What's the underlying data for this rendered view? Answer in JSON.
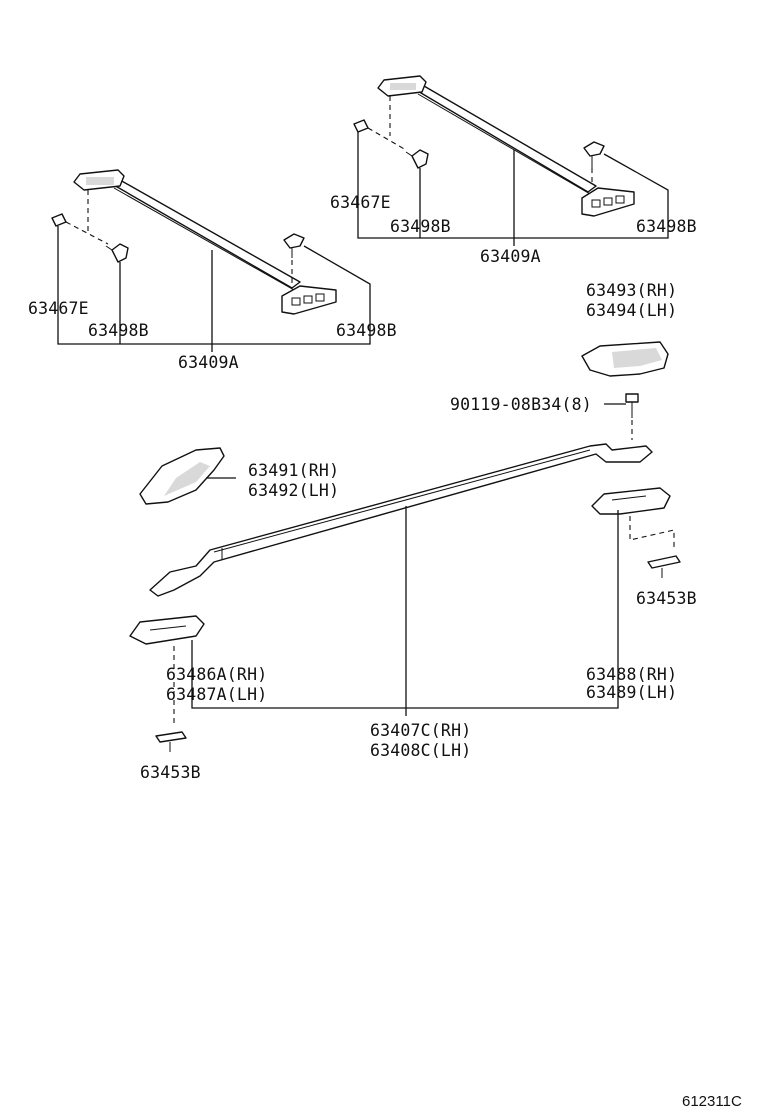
{
  "labels": {
    "l_63467e_a": "63467E",
    "l_63498b_a1": "63498B",
    "l_63498b_a2": "63498B",
    "l_63409a_a": "63409A",
    "l_63467e_b": "63467E",
    "l_63498b_b1": "63498B",
    "l_63498b_b2": "63498B",
    "l_63409a_b": "63409A",
    "l_63493": "63493(RH)",
    "l_63494": "63494(LH)",
    "l_90119": "90119-08B34(8)",
    "l_63491": "63491(RH)",
    "l_63492": "63492(LH)",
    "l_63453b_r": "63453B",
    "l_63486a": "63486A(RH)",
    "l_63487a": "63487A(LH)",
    "l_63488": "63488(RH)",
    "l_63489": "63489(LH)",
    "l_63407c": "63407C(RH)",
    "l_63408c": "63408C(LH)",
    "l_63453b_l": "63453B"
  },
  "diagram_ref": "612311C"
}
